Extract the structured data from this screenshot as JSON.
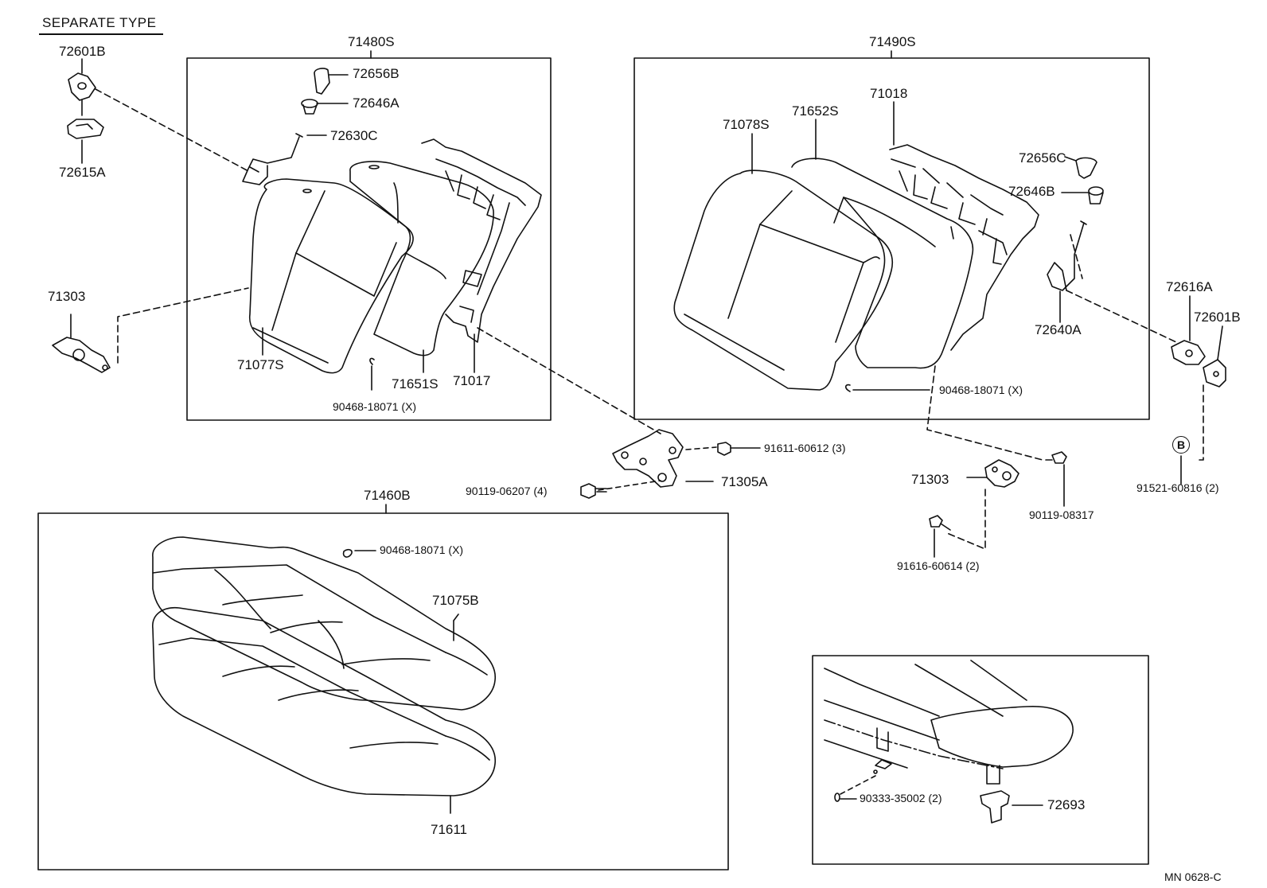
{
  "title": "SEPARATE TYPE",
  "figure_ref": "MN  0628-C",
  "groups": {
    "left_back": "71480S",
    "right_back": "71490S",
    "cushion": "71460B"
  },
  "parts": {
    "p72601B_l": "72601B",
    "p72615A": "72615A",
    "p71303_l": "71303",
    "p72656B": "72656B",
    "p72646A": "72646A",
    "p72630C": "72630C",
    "p71077S": "71077S",
    "p71651S": "71651S",
    "p71017": "71017",
    "p90468_l": "90468-18071 (X)",
    "p71078S": "71078S",
    "p71652S": "71652S",
    "p71018": "71018",
    "p72656C": "72656C",
    "p72646B": "72646B",
    "p72640A": "72640A",
    "p90468_r": "90468-18071 (X)",
    "p72616A": "72616A",
    "p72601B_r": "72601B",
    "p91521": "91521-60816 (2)",
    "p91611": "91611-60612 (3)",
    "p71305A": "71305A",
    "p90119_06207": "90119-06207 (4)",
    "p71303_r": "71303",
    "p90119_08317": "90119-08317",
    "p91616": "91616-60614 (2)",
    "p90468_c": "90468-18071 (X)",
    "p71075B": "71075B",
    "p71611": "71611",
    "p90333": "90333-35002 (2)",
    "p72693": "72693"
  },
  "callout_B": "B"
}
